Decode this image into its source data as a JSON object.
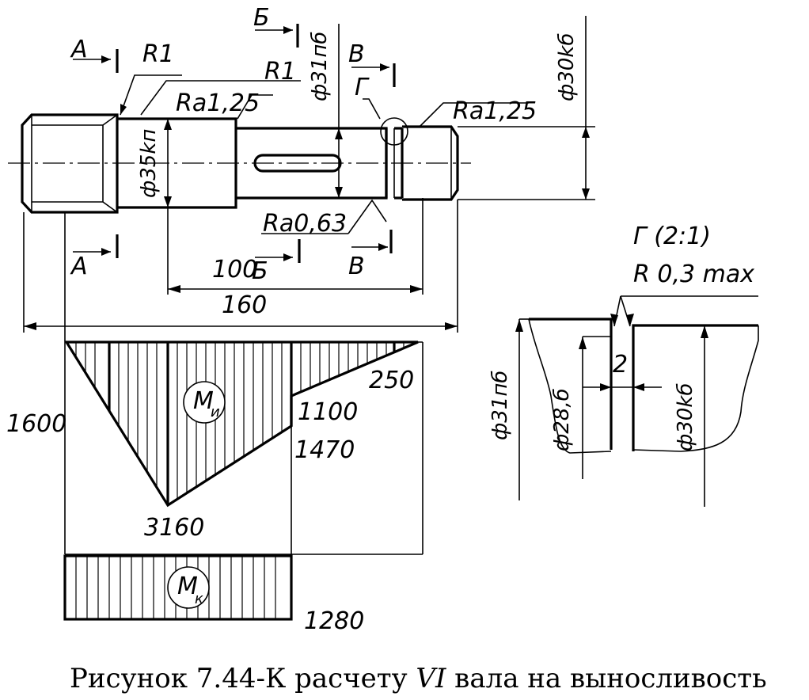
{
  "shaft_labels": {
    "section_a": "А",
    "section_b": "Б",
    "section_v": "В",
    "detail_g": "Г",
    "radius_left": "R1",
    "radius_right": "R1",
    "ra_left": "Ra1,25",
    "ra_right": "Ra1,25",
    "ra_bottom": "Ra0,63",
    "dia_35": "ф35kп",
    "dia_31": "ф31пб",
    "dia_30": "ф30kб"
  },
  "dimensions": {
    "dim_100": "100",
    "dim_160": "160"
  },
  "bending_moment": {
    "symbol": "M",
    "subscript": "и",
    "value_1600": "1600",
    "value_3160": "3160",
    "value_1100": "1100",
    "value_1470": "1470",
    "value_250": "250"
  },
  "torque": {
    "symbol": "M",
    "subscript": "к",
    "value": "1280"
  },
  "detail": {
    "title": "Г (2:1)",
    "radius": "R 0,3 max",
    "groove": "2",
    "dia_31": "ф31пб",
    "dia_28": "ф28,б",
    "dia_30": "ф30kб"
  },
  "caption": {
    "prefix": "Рисунок 7.44-К расчету ",
    "roman": "VI",
    "suffix": " вала на выносливость"
  }
}
